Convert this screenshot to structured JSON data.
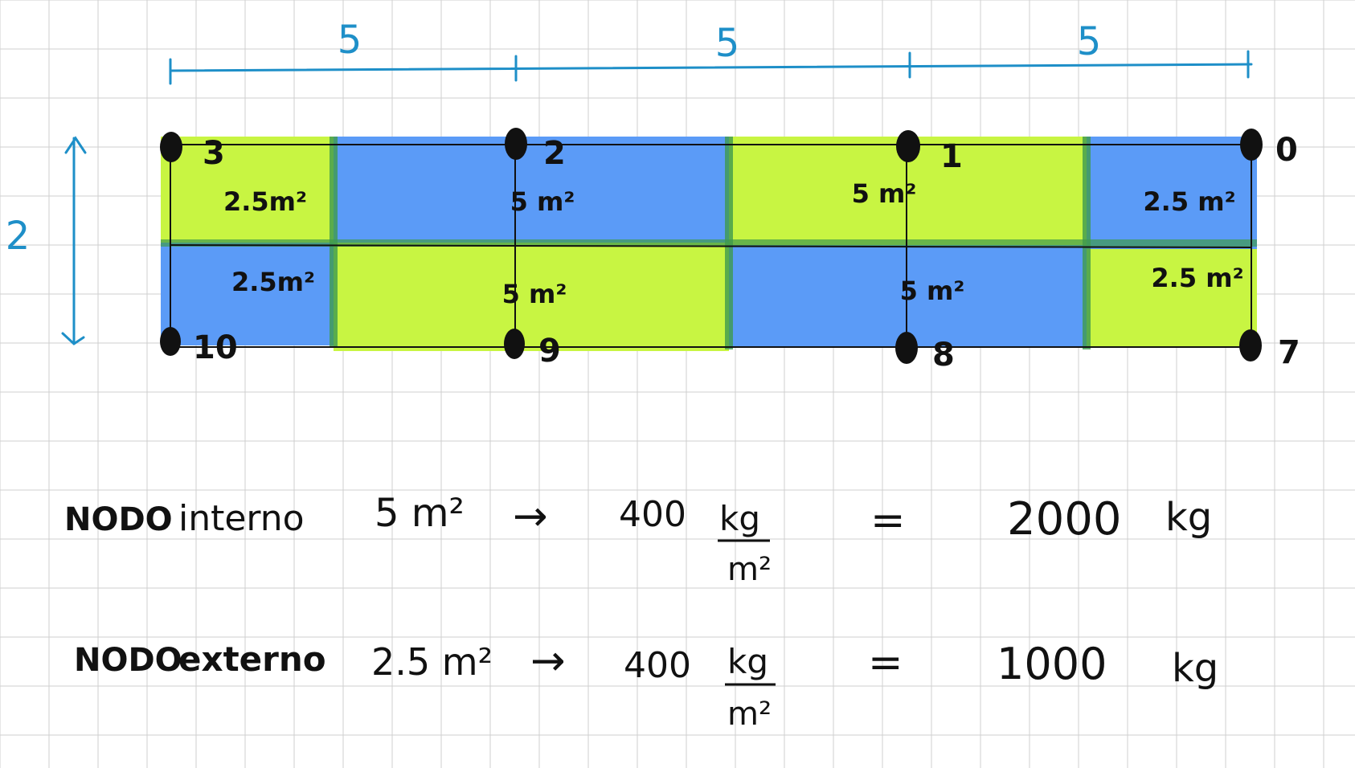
{
  "colors": {
    "grid": "#cfcfcf",
    "dimension": "#1e8fc8",
    "green_area": "#c8f542",
    "blue_area": "#5b9bf7",
    "node": "#111111",
    "ink": "#111111"
  },
  "dimensions": {
    "top_spans": [
      "5",
      "5",
      "5"
    ],
    "height": "2"
  },
  "nodes": {
    "n3": "3",
    "n2": "2",
    "n1": "1",
    "n0": "0",
    "n10": "10",
    "n9": "9",
    "n8": "8",
    "n7": "7"
  },
  "areas": {
    "top_left": "2.5m²",
    "top_center_left": "5 m²",
    "top_center_right": "5 m²",
    "top_right": "2.5 m²",
    "bottom_left": "2.5m²",
    "bottom_center_left": "5 m²",
    "bottom_center_right": "5 m²",
    "bottom_right": "2.5 m²"
  },
  "calc": {
    "internal": {
      "label": "NODO",
      "type": "interno",
      "area": "5 m²",
      "arrow": "→",
      "load": "400",
      "unit_num": "kg",
      "unit_den": "m²",
      "equals": "=",
      "result": "2000",
      "result_unit": "kg"
    },
    "external": {
      "label": "NODO",
      "type": "externo",
      "area": "2.5 m²",
      "arrow": "→",
      "load": "400",
      "unit_num": "kg",
      "unit_den": "m²",
      "equals": "=",
      "result": "1000",
      "result_unit": "kg"
    }
  }
}
